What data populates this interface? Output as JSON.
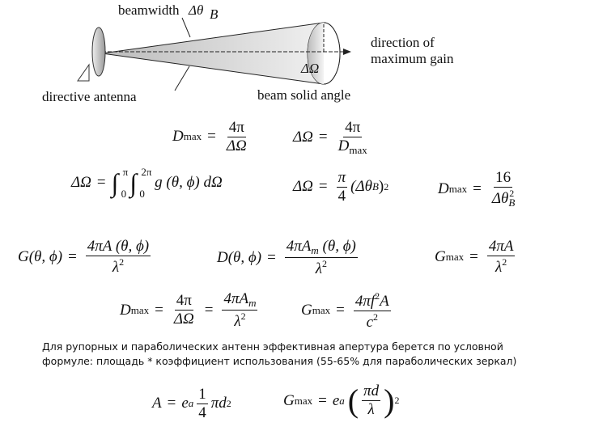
{
  "diagram": {
    "beamwidth_label": "beamwidth",
    "beamwidth_symbol": "Δθ",
    "beamwidth_sub": "B",
    "direction_line1": "direction of",
    "direction_line2": "maximum gain",
    "antenna_label": "directive antenna",
    "solid_angle_label": "beam solid angle",
    "solid_angle_symbol": "ΔΩ"
  },
  "sym": {
    "D": "D",
    "G": "G",
    "max": "max",
    "eq": "=",
    "four_pi": "4π",
    "dOmega": "ΔΩ",
    "lambda": "λ",
    "sq": "2",
    "pi": "π",
    "two_pi": "2π",
    "zero": "0",
    "int": "∫",
    "g_theta_phi": "g (θ, ϕ) dΩ",
    "four": "4",
    "one": "1",
    "sixteen": "16",
    "dtheta": "Δθ",
    "B": "B",
    "theta_phi": "(θ, ϕ)",
    "four_pi_A": "4πA",
    "A_theta_phi": "4πA (θ, ϕ)",
    "four_pi_Am": "4πA",
    "m": "m",
    "four_pi_f": "4πf",
    "A": "A",
    "c": "c",
    "e": "e",
    "a": "a",
    "pi_d_sq": "πd",
    "pi_d": "πd",
    "dtheta_b_paren": "(Δθ",
    "close_paren": ")"
  },
  "note": {
    "line1": "Для рупорных и параболических антенн эффективная апертура берется по условной",
    "line2": "формуле: площадь * коэффициент использования (55-65% для параболических зеркал)"
  }
}
